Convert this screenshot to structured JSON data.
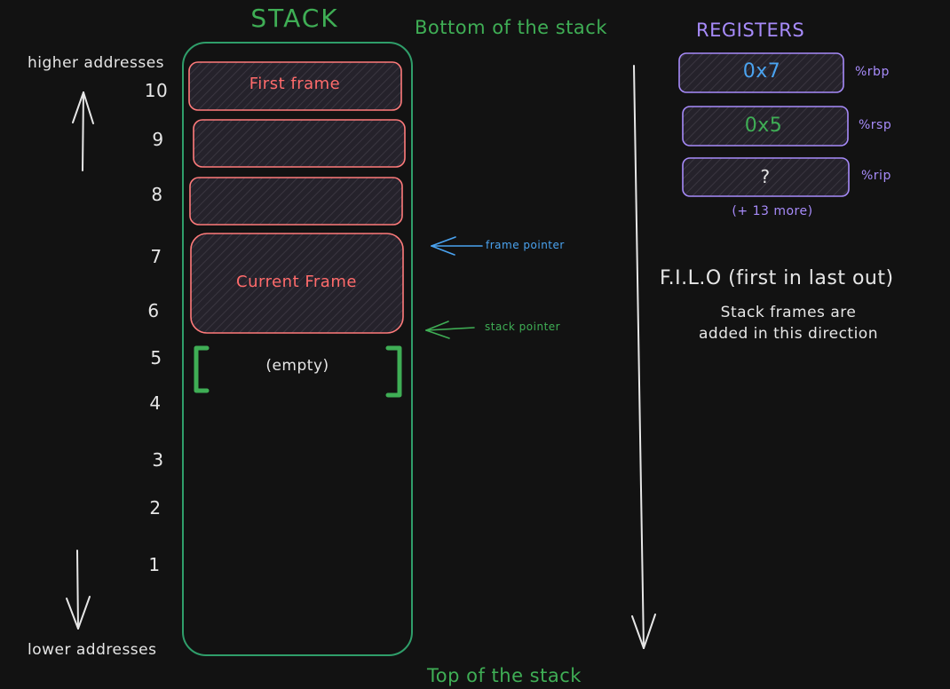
{
  "colors": {
    "background": "#121212",
    "stack_outline": "#2f9e6a",
    "frame_stroke": "#ff7b7b",
    "frame_fill": "#2a2530",
    "register_stroke": "#a78bfa",
    "green_text": "#3fae55",
    "blue_text": "#4aa3f0",
    "arrow": "#e6e6e6"
  },
  "stack": {
    "title": "STACK",
    "bottom_label": "Bottom of the stack",
    "top_label": "Top of the stack",
    "higher_label": "higher addresses",
    "lower_label": "lower addresses",
    "addresses": [
      "10",
      "9",
      "8",
      "7",
      "6",
      "5",
      "4",
      "3",
      "2",
      "1"
    ],
    "frames": [
      {
        "label": "First frame"
      },
      {
        "label": ""
      },
      {
        "label": ""
      },
      {
        "label": "Current Frame"
      }
    ],
    "empty_label": "(empty)"
  },
  "pointers": {
    "frame_pointer": "frame pointer",
    "stack_pointer": "stack pointer"
  },
  "registers": {
    "title": "REGISTERS",
    "items": [
      {
        "value": "0x7",
        "name": "%rbp",
        "value_color": "#4aa3f0"
      },
      {
        "value": "0x5",
        "name": "%rsp",
        "value_color": "#3fae55"
      },
      {
        "value": "?",
        "name": "%rip",
        "value_color": "#e6e6e6"
      }
    ],
    "more": "(+ 13 more)"
  },
  "notes": {
    "filo": "F.I.L.O (first in last out)",
    "direction_line1": "Stack frames are",
    "direction_line2": "added in this direction"
  }
}
